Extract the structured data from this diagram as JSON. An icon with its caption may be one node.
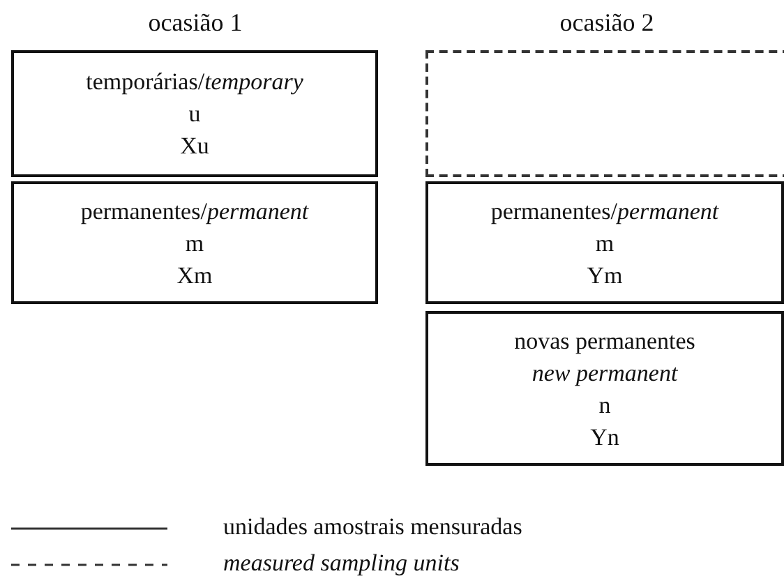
{
  "diagram": {
    "nodes": [
      {
        "text": [
          "temporárias/*temporary*",
          "u",
          "Xu"
        ]
      },
      {
        "text": [],
        "shape": "box"
      },
      {
        "text": [
          "permanentes/*permanent*",
          "m",
          "Xm"
        ]
      },
      {
        "text": [
          "permanentes/*permanent*",
          "m",
          "Ym"
        ]
      },
      {
        "text": [
          "novas permanentes",
          "new permanent",
          "n",
          "Yn"
        ]
      }
    ],
    "edges": [],
    "labels": [
      "ocasião 1",
      "ocasião 2"
    ],
    "legend": [
      {
        "text": "unidades amostrais mensuradas"
      },
      {
        "text": "measured sampling units"
      }
    ]
  }
}
